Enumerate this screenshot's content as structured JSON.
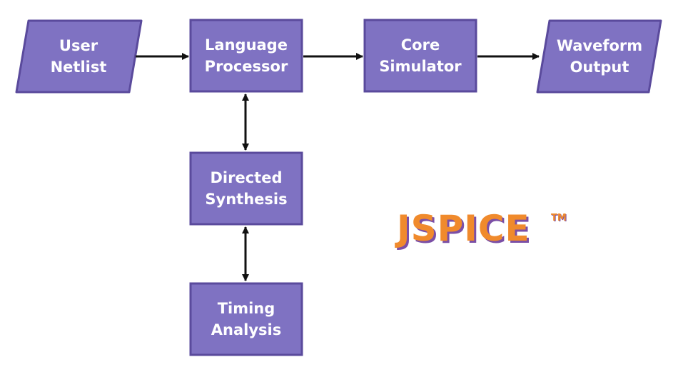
{
  "colors": {
    "node_fill": "#7f72c2",
    "node_border": "#5a4a9c",
    "arrow": "#111111",
    "logo_fill": "#f08a2c",
    "logo_shadow": "#7b4fa6"
  },
  "nodes": {
    "user_netlist": {
      "line1": "User",
      "line2": "Netlist"
    },
    "language_processor": {
      "line1": "Language",
      "line2": "Processor"
    },
    "core_simulator": {
      "line1": "Core",
      "line2": "Simulator"
    },
    "waveform_output": {
      "line1": "Waveform",
      "line2": "Output"
    },
    "directed_synthesis": {
      "line1": "Directed",
      "line2": "Synthesis"
    },
    "timing_analysis": {
      "line1": "Timing",
      "line2": "Analysis"
    }
  },
  "edges": [
    {
      "from": "user_netlist",
      "to": "language_processor",
      "direction": "forward"
    },
    {
      "from": "language_processor",
      "to": "core_simulator",
      "direction": "forward"
    },
    {
      "from": "core_simulator",
      "to": "waveform_output",
      "direction": "forward"
    },
    {
      "from": "language_processor",
      "to": "directed_synthesis",
      "direction": "both"
    },
    {
      "from": "directed_synthesis",
      "to": "timing_analysis",
      "direction": "both"
    }
  ],
  "logo": {
    "text": "JSPICE",
    "trademark": "TM"
  }
}
